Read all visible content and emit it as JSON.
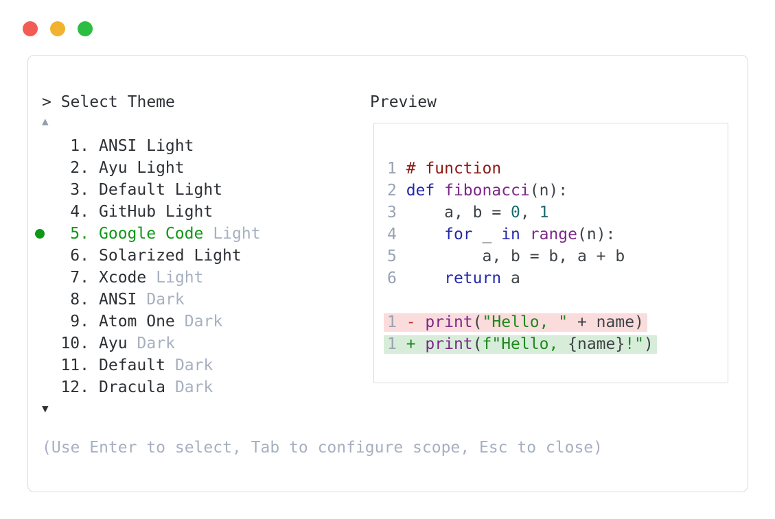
{
  "window": {
    "controls": [
      {
        "name": "close",
        "color": "#f25c54"
      },
      {
        "name": "minimize",
        "color": "#f1b32f"
      },
      {
        "name": "zoom",
        "color": "#2cbe41"
      }
    ]
  },
  "theme_picker": {
    "prompt": "> Select Theme",
    "scroll_up_icon": "▲",
    "scroll_down_icon": "▼",
    "selected_marker_icon": "circle-filled",
    "selected_index": 5,
    "items": [
      {
        "number": "1.",
        "name": "ANSI Light",
        "variant": "",
        "selected": false
      },
      {
        "number": "2.",
        "name": "Ayu Light",
        "variant": "",
        "selected": false
      },
      {
        "number": "3.",
        "name": "Default Light",
        "variant": "",
        "selected": false
      },
      {
        "number": "4.",
        "name": "GitHub Light",
        "variant": "",
        "selected": false
      },
      {
        "number": "5.",
        "name": "Google Code",
        "variant": "Light",
        "selected": true
      },
      {
        "number": "6.",
        "name": "Solarized Light",
        "variant": "",
        "selected": false
      },
      {
        "number": "7.",
        "name": "Xcode",
        "variant": "Light",
        "selected": false
      },
      {
        "number": "8.",
        "name": "ANSI",
        "variant": "Dark",
        "selected": false
      },
      {
        "number": "9.",
        "name": "Atom One",
        "variant": "Dark",
        "selected": false
      },
      {
        "number": "10.",
        "name": "Ayu",
        "variant": "Dark",
        "selected": false
      },
      {
        "number": "11.",
        "name": "Default",
        "variant": "Dark",
        "selected": false
      },
      {
        "number": "12.",
        "name": "Dracula",
        "variant": "Dark",
        "selected": false
      }
    ],
    "hint": "(Use Enter to select, Tab to configure scope, Esc to close)"
  },
  "preview": {
    "label": "Preview",
    "lines": [
      {
        "bg": "",
        "tokens": [
          {
            "t": "1 ",
            "c": "ln"
          },
          {
            "t": "# function",
            "c": "cm"
          }
        ]
      },
      {
        "bg": "",
        "tokens": [
          {
            "t": "2 ",
            "c": "ln"
          },
          {
            "t": "def",
            "c": "kw"
          },
          {
            "t": " ",
            "c": "pl"
          },
          {
            "t": "fibonacci",
            "c": "fn"
          },
          {
            "t": "(n):",
            "c": "pl"
          }
        ]
      },
      {
        "bg": "",
        "tokens": [
          {
            "t": "3 ",
            "c": "ln"
          },
          {
            "t": "    a, b = ",
            "c": "pl"
          },
          {
            "t": "0",
            "c": "num"
          },
          {
            "t": ", ",
            "c": "pl"
          },
          {
            "t": "1",
            "c": "num"
          }
        ]
      },
      {
        "bg": "",
        "tokens": [
          {
            "t": "4 ",
            "c": "ln"
          },
          {
            "t": "    ",
            "c": "pl"
          },
          {
            "t": "for",
            "c": "kw"
          },
          {
            "t": " _ ",
            "c": "pl"
          },
          {
            "t": "in",
            "c": "kw"
          },
          {
            "t": " ",
            "c": "pl"
          },
          {
            "t": "range",
            "c": "fn"
          },
          {
            "t": "(n):",
            "c": "pl"
          }
        ]
      },
      {
        "bg": "",
        "tokens": [
          {
            "t": "5 ",
            "c": "ln"
          },
          {
            "t": "        a, b = b, a + b",
            "c": "pl"
          }
        ]
      },
      {
        "bg": "",
        "tokens": [
          {
            "t": "6 ",
            "c": "ln"
          },
          {
            "t": "    ",
            "c": "pl"
          },
          {
            "t": "return",
            "c": "kw"
          },
          {
            "t": " a",
            "c": "pl"
          }
        ]
      },
      {
        "bg": "",
        "tokens": []
      },
      {
        "bg": "del",
        "tokens": [
          {
            "t": "1 ",
            "c": "ln"
          },
          {
            "t": "- ",
            "c": "del"
          },
          {
            "t": "print",
            "c": "fn"
          },
          {
            "t": "(",
            "c": "pl"
          },
          {
            "t": "\"Hello, \"",
            "c": "str"
          },
          {
            "t": " + name)",
            "c": "pl"
          }
        ]
      },
      {
        "bg": "add",
        "tokens": [
          {
            "t": "1 ",
            "c": "ln"
          },
          {
            "t": "+ ",
            "c": "add"
          },
          {
            "t": "print",
            "c": "fn"
          },
          {
            "t": "(",
            "c": "pl"
          },
          {
            "t": "f\"Hello, ",
            "c": "str"
          },
          {
            "t": "{name}",
            "c": "pl"
          },
          {
            "t": "!\"",
            "c": "str"
          },
          {
            "t": ")",
            "c": "pl"
          }
        ]
      }
    ]
  },
  "colors": {
    "text": "#2d3135",
    "code": "#3d4348",
    "muted": "#a7b0c0",
    "lineno": "#98a2b3",
    "green": "#0f9818",
    "border": "#d6dae1",
    "cm": "#8c1a14",
    "kw": "#2429ac",
    "fn": "#7c2888",
    "num": "#19696e",
    "str": "#1e871e",
    "del": "#c23528",
    "bgdel": "#fadcdc",
    "bgadd": "#d7edda",
    "dot-red": "#f25c54",
    "dot-yellow": "#f1b32f",
    "dot-green": "#2cbe41"
  }
}
